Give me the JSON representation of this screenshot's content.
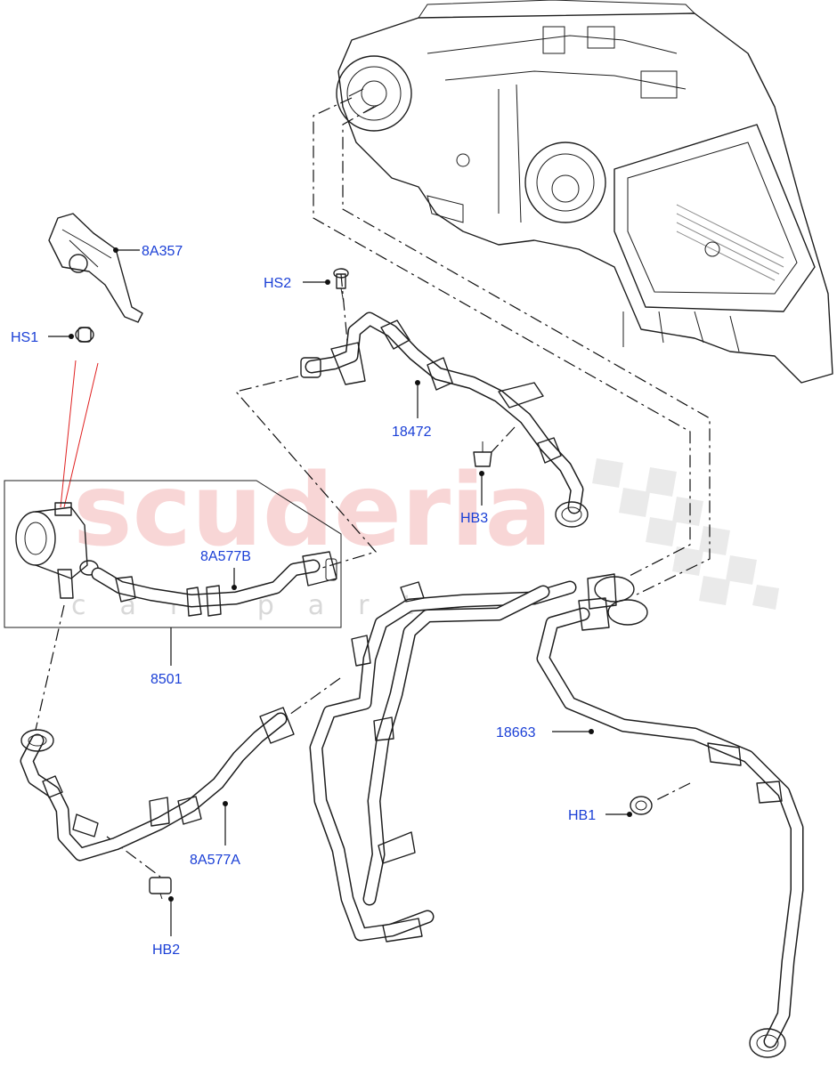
{
  "watermark": {
    "brand": "scuderia",
    "sub": "car parts"
  },
  "callouts": {
    "c8A357": "8A357",
    "cHS1": "HS1",
    "cHS2": "HS2",
    "c18472": "18472",
    "cHB3": "HB3",
    "c8A577B": "8A577B",
    "c8501": "8501",
    "c18663": "18663",
    "cHB1": "HB1",
    "c8A577A": "8A577A",
    "cHB2": "HB2"
  },
  "colors": {
    "label": "#1a3fd6",
    "line": "#1e1e1e",
    "watermark": "#f3b6b6",
    "leader_red": "#e02020"
  }
}
